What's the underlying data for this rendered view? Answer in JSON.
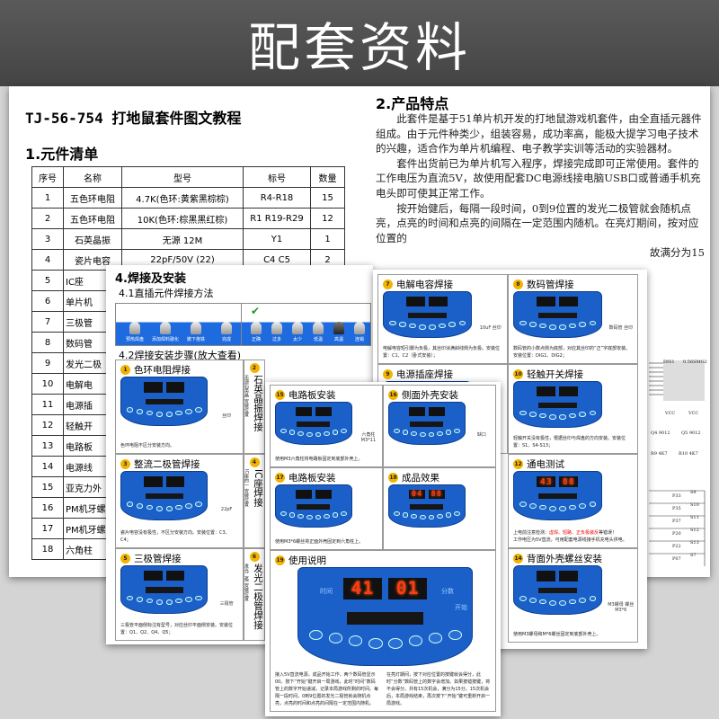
{
  "banner": {
    "title": "配套资料"
  },
  "doc": {
    "title": "TJ-56-754 打地鼠套件图文教程",
    "section1": "1.元件清单",
    "section2": "2.产品特点"
  },
  "bom": {
    "headers": [
      "序号",
      "名称",
      "型号",
      "标号",
      "数量"
    ],
    "rows": [
      [
        "1",
        "五色环电阻",
        "4.7K(色环:黄紫黑棕棕)",
        "R4-R18",
        "15"
      ],
      [
        "2",
        "五色环电阻",
        "10K(色环:棕黑黑红棕)",
        "R1 R19-R29",
        "12"
      ],
      [
        "3",
        "石英晶振",
        "无源 12M",
        "Y1",
        "1"
      ],
      [
        "4",
        "瓷片电容",
        "22pF/50V (22)",
        "C4 C5",
        "2"
      ],
      [
        "5",
        "IC座",
        "",
        "",
        ""
      ],
      [
        "6",
        "单片机",
        "",
        "",
        ""
      ],
      [
        "7",
        "三极管",
        "",
        "",
        ""
      ],
      [
        "8",
        "数码管",
        "",
        "",
        ""
      ],
      [
        "9",
        "发光二极",
        "",
        "",
        ""
      ],
      [
        "10",
        "电解电",
        "",
        "",
        ""
      ],
      [
        "11",
        "电源插",
        "",
        "",
        ""
      ],
      [
        "12",
        "轻触开",
        "",
        "",
        ""
      ],
      [
        "13",
        "电路板",
        "",
        "",
        ""
      ],
      [
        "14",
        "电源线",
        "",
        "",
        ""
      ],
      [
        "15",
        "亚克力外",
        "",
        "",
        ""
      ],
      [
        "16",
        "PM机牙螺",
        "",
        "",
        ""
      ],
      [
        "17",
        "PM机牙螺",
        "",
        "",
        ""
      ],
      [
        "18",
        "六角柱",
        "",
        "",
        ""
      ]
    ]
  },
  "features": [
    "此套件是基于51单片机开发的打地鼠游戏机套件，由全直插元器件组成。由于元件种类少，组装容易，成功率高，能极大提学习电子技术的兴趣，适合作为单片机编程、电子教学实训等活动的实验器材。",
    "套件出货前已为单片机写入程序，焊接完成即可正常使用。套件的工作电压为直流5V，故使用配套DC电源线接电脑USB口或普通手机充电头即可使其正常工作。",
    "按开始健后，每隔一段时间，0到9位置的发光二极管就会随机点亮，点亮的时间和点亮的间隔在一定范围内随机。在亮灯期间，按对应位置的",
    "故满分为15"
  ],
  "schematic": {
    "labels": [
      "DIS1",
      "0.56SMG2",
      "VCC",
      "VCC",
      "Q4 9012",
      "Q5 9012",
      "R9 4K7",
      "R10 4K7",
      "S9",
      "S10",
      "S11",
      "S12",
      "S13",
      "S7",
      "P33",
      "P35",
      "P37",
      "P20",
      "P22",
      "P07"
    ]
  },
  "solder": {
    "section": "4.焊接及安装",
    "sub1": "4.1直插元件焊接方法",
    "sub2": "4.2焊接安装步骤(放大查看)",
    "steps": [
      "预热焊盘",
      "添加焊料融化",
      "撤下烙铁",
      "完成",
      "正确",
      "过多",
      "太少",
      "低温",
      "高温",
      "连锡"
    ]
  },
  "panels": {
    "p1": {
      "num": "1",
      "title": "色环电阻焊接",
      "caption": "色环电阻不区分安装方向。",
      "side": "丝印"
    },
    "p2": {
      "num": "2",
      "title": "石英晶振焊接",
      "caption": "无源石英晶 安装位置"
    },
    "p3": {
      "num": "3",
      "title": "整流二极管焊接",
      "caption": "瓷片电容没有极性，不区分安装方向。安装位置：C3、C4；",
      "side": "22pF"
    },
    "p4": {
      "num": "4",
      "title": "IC座焊接",
      "caption": "IC座的一 安装位置"
    },
    "p5": {
      "num": "5",
      "title": "三极管焊接",
      "caption": "三极管平面侧标注有型号，对应丝印平面侧安装。安装位置：Q1、Q2、Q4、Q5；",
      "side": "三极管"
    },
    "p6": {
      "num": "6",
      "title": "发光二极管焊接",
      "caption": "发光二极 安装位置"
    },
    "p7": {
      "num": "7",
      "title": "电解电容焊接",
      "caption": "电解电容短引脚为负极，其丝印涂满斜线侧为负极。安装位置：C1、C2（卧式安装）；",
      "side": "10uF 丝印"
    },
    "p8": {
      "num": "8",
      "title": "数码管焊接",
      "caption": "数码管的小数点侧为底部，对应其丝印的“正”字底部安装。安装位置：DIG1、DIG2；",
      "side": "数码管 丝印"
    },
    "p9": {
      "num": "9",
      "title": "电源插座焊接",
      "caption": ""
    },
    "p10": {
      "num": "10",
      "title": "轻触开关焊接",
      "caption": "轻触开关没有极性，根据丝印与焊盘的方向安装。安装位置：S1、S4-S13；"
    },
    "p12": {
      "num": "12",
      "title": "通电测试",
      "cap_a": "上电前注意检测：",
      "cap_red": "虚焊、短路、正负极装反",
      "cap_b": "等错误！",
      "cap_c": "工作电压为5V直流，可用配套电源线接手机充电头供电。",
      "digits": [
        "43",
        "88"
      ]
    },
    "p14": {
      "num": "14",
      "title": "背面外壳螺丝安装",
      "caption": "使用M3螺母和M*6螺丝固定到底部外壳上。",
      "side": "M3螺母 螺丝 M3*6"
    },
    "p15": {
      "num": "15",
      "title": "电路板安装",
      "caption": "使用M3六角柱将电路板固定到底部外壳上。",
      "side": "六角柱 M3*11"
    },
    "p16": {
      "num": "16",
      "title": "侧面外壳安装",
      "caption": "",
      "side": "缺口"
    },
    "p17": {
      "num": "17",
      "title": "电路板安装",
      "caption": "使用M3*6螺丝将正面外壳固定到六角柱上。"
    },
    "p18": {
      "num": "18",
      "title": "成品效果",
      "caption": "",
      "digits": [
        "04",
        "88"
      ]
    },
    "p19": {
      "num": "19",
      "title": "使用说明",
      "digits": [
        "41",
        "01"
      ],
      "labels": [
        "时间",
        "分数",
        "开始"
      ],
      "col1": "接入5V直流电源，成品开始工作，两个数码管显示00。按下“开始”键开启一局游戏，此时“时间”数码管上的数字开始递减，记录本局游戏所剩的时间。每隔一段时间，0到9位置的发光二极管就会随机点亮，点亮的时间和点亮的间隔在一定范围内随机。",
      "col2": "在亮灯期间，按下对应位置的按键就会得分，此时“分数”数码管上的数字会增加。如果按错按键，将不会得分。共有15次机会，满分为15分。15次机会后，本局游戏结束，再次按下“开始”键可重新开启一局游戏。"
    }
  }
}
